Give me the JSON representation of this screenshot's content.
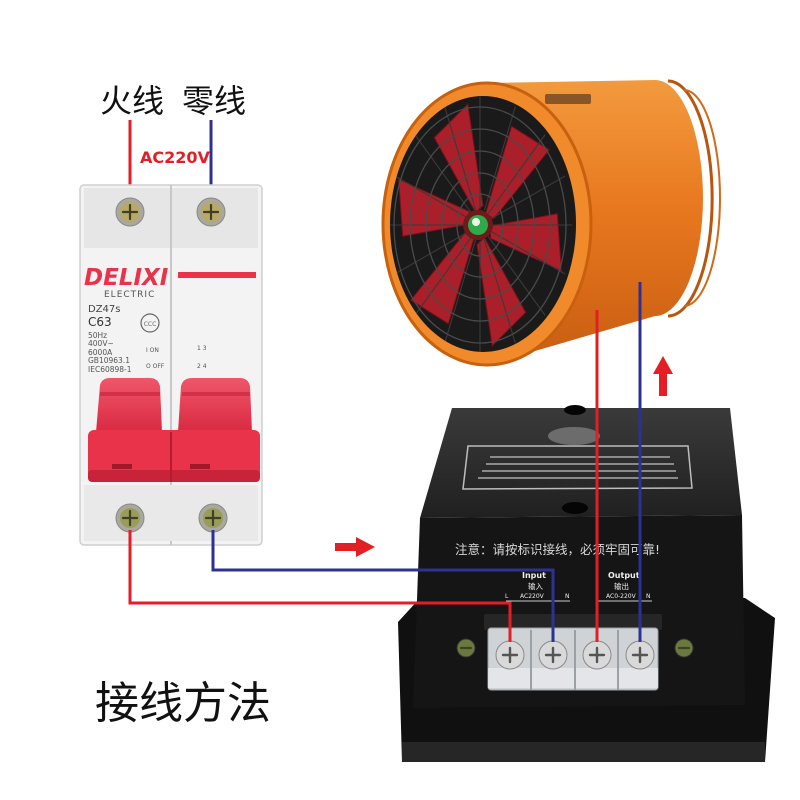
{
  "labels": {
    "live_wire": "火线",
    "neutral_wire": "零线",
    "voltage": "AC220V",
    "title": "接线方法"
  },
  "breaker": {
    "brand": "DELIXI",
    "brand_sub": "ELECTRIC",
    "model": "DZ47s",
    "rating": "C63",
    "cert": "CCC",
    "specs": [
      "50Hz",
      "400V~",
      "6000A",
      "GB10963.1",
      "IEC60898-1"
    ],
    "on_label": "I ON",
    "off_label": "O OFF",
    "pole_top": "1 3",
    "pole_bottom": "2 4"
  },
  "controller": {
    "notice": "注意：请按标识接线，必须牢固可靠!",
    "input": {
      "label_en": "Input",
      "label_cn": "输入",
      "voltage": "AC220V",
      "l": "L",
      "n": "N"
    },
    "output": {
      "label_en": "Output",
      "label_cn": "输出",
      "voltage": "AC0-220V",
      "l": "L",
      "n": "N"
    }
  },
  "colors": {
    "live": "#e31e25",
    "neutral": "#2e3192",
    "fan_orange": "#e8781f",
    "breaker_red": "#e8334a",
    "controller": "#151515"
  }
}
